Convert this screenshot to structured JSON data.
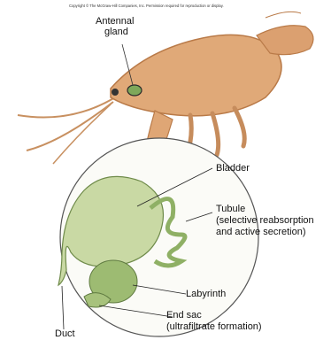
{
  "copyright": "Copyright © The McGraw-Hill Companies, Inc. Permission required for reproduction or display.",
  "labels": {
    "antennal_gland_line1": "Antennal",
    "antennal_gland_line2": "gland",
    "bladder": "Bladder",
    "tubule_line1": "Tubule",
    "tubule_line2": "(selective reabsorption",
    "tubule_line3": "and active secretion)",
    "labyrinth": "Labyrinth",
    "end_sac_line1": "End sac",
    "end_sac_line2": "(ultrafiltrate formation)",
    "duct": "Duct"
  },
  "colors": {
    "crayfish_body": "#e0a978",
    "crayfish_dark": "#b97a48",
    "gland_green": "#7ea85a",
    "bladder_green": "#c9d9a4",
    "labyrinth_green": "#9dbb72",
    "circle_border": "#555555",
    "accent_blue": "#6aaed0"
  }
}
